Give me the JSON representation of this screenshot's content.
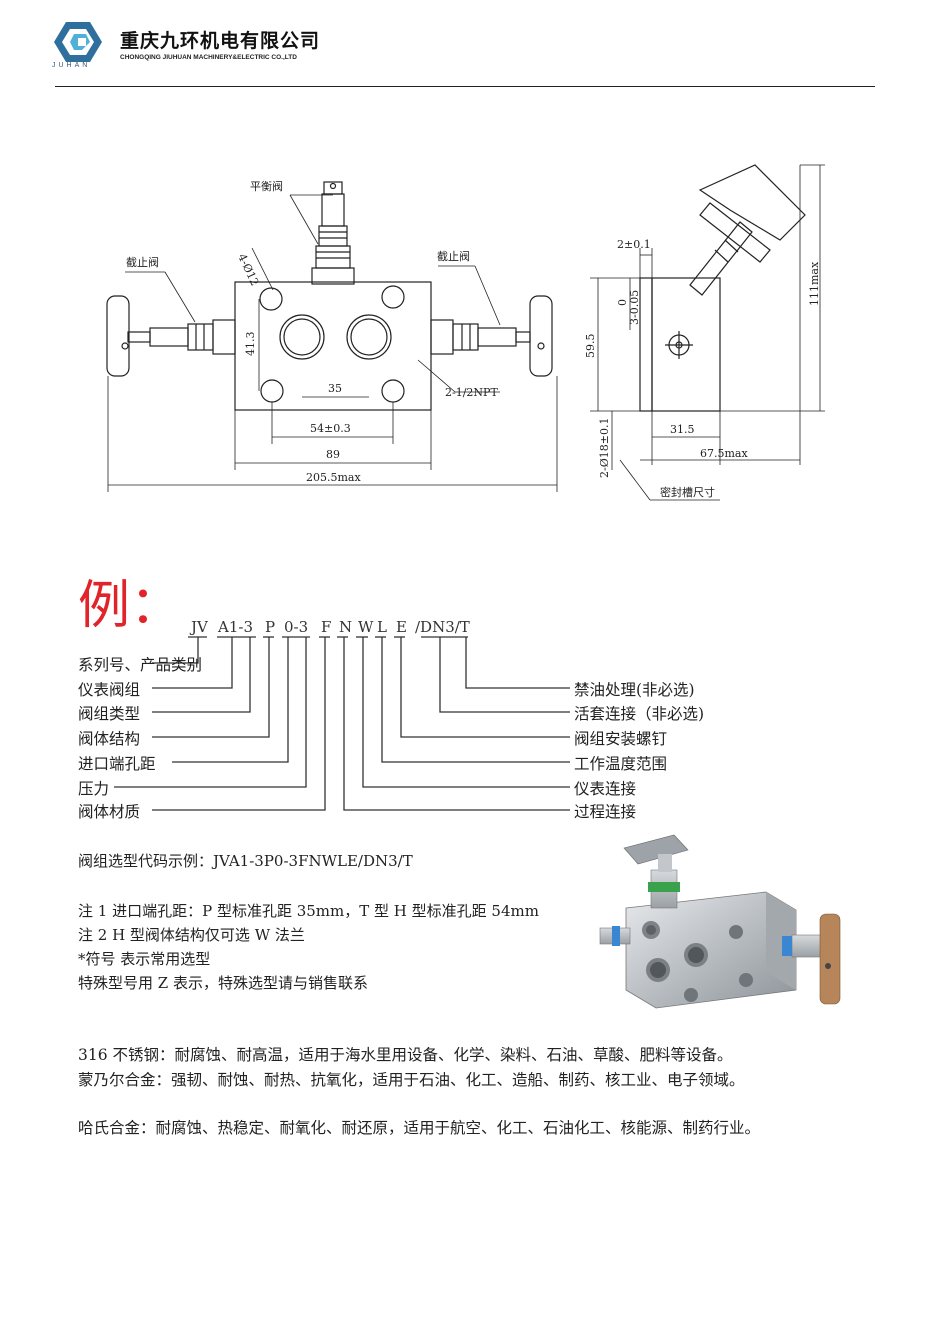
{
  "header": {
    "logo_text": "JUHAN",
    "company_cn": "重庆九环机电有限公司",
    "company_en": "CHONGQING JIUHUAN MACHINERY&ELECTRIC CO.,LTD"
  },
  "drawing": {
    "balance_valve": "平衡阀",
    "stop_valve_left": "截止阀",
    "stop_valve_right": "截止阀",
    "holes": "4-Ø12",
    "dim_41_3": "41.3",
    "dim_35": "35",
    "dim_npt": "2-1/2NPT",
    "dim_54": "54±0.3",
    "dim_89": "89",
    "dim_205": "205.5max",
    "dim_2": "2±0.1",
    "dim_0": "0",
    "dim_3": "3-0.05",
    "dim_59_5": "59.5",
    "dim_111": "111max",
    "dim_31_5": "31.5",
    "dim_67_5": "67.5max",
    "dim_seal": "2-Ø18±0.1",
    "seal_groove": "密封槽尺寸"
  },
  "example": {
    "big_label": "例：",
    "code_parts": [
      "JV",
      "A1-3",
      "P",
      "0-3",
      "F",
      "N",
      "W",
      "L",
      "E",
      "/DN3/T"
    ],
    "left_labels": [
      "系列号、产品类别",
      "仪表阀组",
      "阀组类型",
      "阀体结构",
      "进口端孔距",
      "压力",
      "阀体材质"
    ],
    "right_labels": [
      "禁油处理(非必选)",
      "活套连接（非必选)",
      "阀组安装螺钉",
      "工作温度范围",
      "仪表连接",
      "过程连接"
    ]
  },
  "notes": {
    "sample_code": "阀组选型代码示例：JVA1-3P0-3FNWLE/DN3/T",
    "note1": "注 1   进口端孔距：P 型标准孔距 35mm，T 型 H 型标准孔距 54mm",
    "note2": "注 2   H 型阀体结构仅可选 W 法兰",
    "note3": "*符号  表示常用选型",
    "note4": "特殊型号用 Z 表示，特殊选型请与销售联系"
  },
  "materials": {
    "p1": "316 不锈钢：耐腐蚀、耐高温，适用于海水里用设备、化学、染料、石油、草酸、肥料等设备。",
    "p2": "蒙乃尔合金：强韧、耐蚀、耐热、抗氧化，适用于石油、化工、造船、制药、核工业、电子领域。",
    "p3": "哈氏合金：耐腐蚀、热稳定、耐氧化、耐还原，适用于航空、化工、石油化工、核能源、制药行业。"
  }
}
